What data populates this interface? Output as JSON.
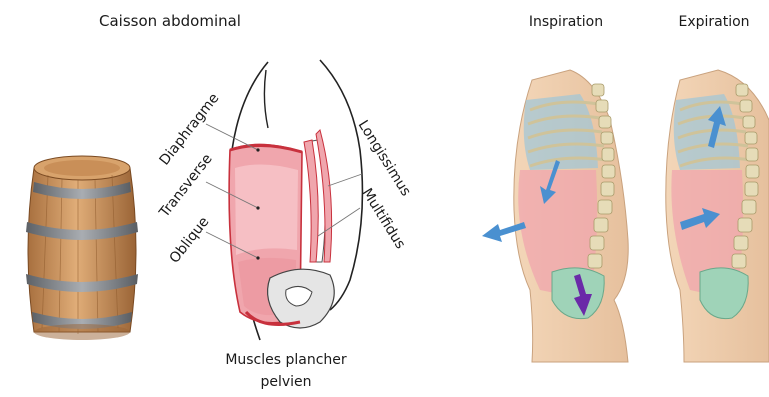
{
  "figure": {
    "title": "Caisson abdominal",
    "labels": {
      "diaphragme": "Diaphragme",
      "transverse": "Transverse",
      "oblique": "Oblique",
      "longissimus": "Longissimus",
      "multifidus": "Multifidus",
      "plancher_line1": "Muscles plancher",
      "plancher_line2": "pelvien"
    },
    "panels": {
      "inspiration": "Inspiration",
      "expiration": "Expiration"
    }
  },
  "colors": {
    "muscle_pink": "#f0a6ad",
    "muscle_dark": "#c8313d",
    "skin": "#e9c6a2",
    "bone": "#e6dcb8",
    "lung_blue": "#9ec6d8",
    "pelvis_green": "#9fd3b8",
    "arrow_blue": "#4a90d0",
    "arrow_purple": "#6a2aa8",
    "wood": "#c8905a",
    "hoop": "#7b7f83"
  },
  "icons": {
    "barrel": "barrel-illustration",
    "torso": "torso-outline",
    "spine_inspiration": "spine-inspiration",
    "spine_expiration": "spine-expiration"
  }
}
